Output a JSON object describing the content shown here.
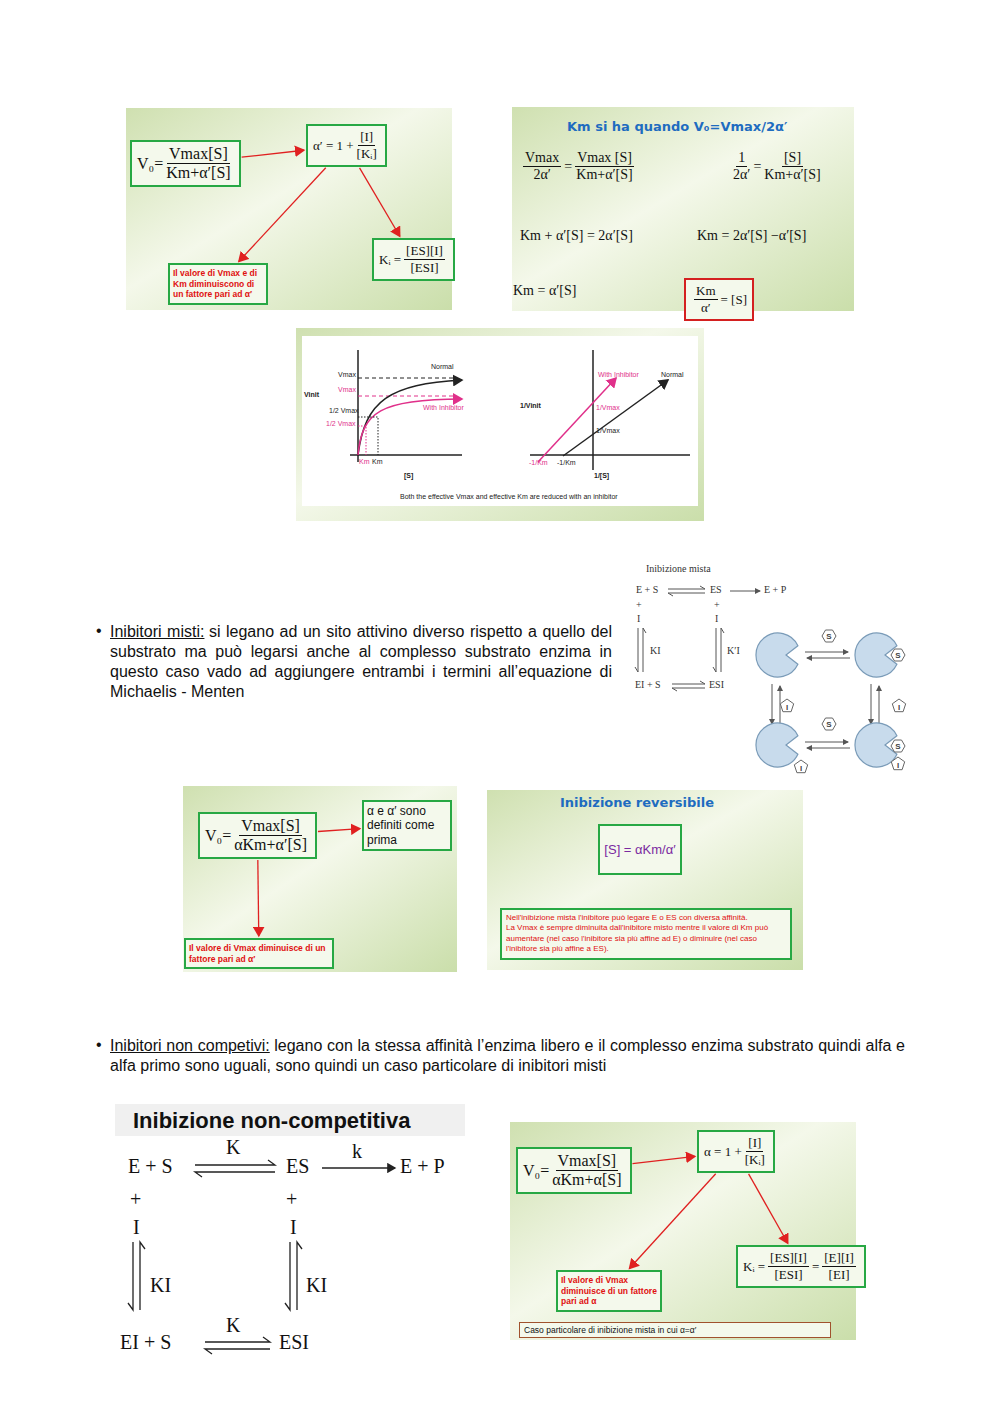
{
  "diagram": {
    "nodes": [
      {
        "text": [
          "V₀=",
          "Vmax[S]",
          "Km+α′[S]"
        ]
      },
      {
        "text": [
          "α′ = 1 +",
          "[I]",
          "[Kᵢ]"
        ]
      },
      {
        "text": [
          "Kᵢ =",
          "[ES][I]",
          "[ESI]"
        ]
      },
      {
        "text": [
          "Il valore di Vmax e di Km diminuiscono di un fattore pari ad α′"
        ]
      },
      {
        "text": [
          "Km",
          "α′",
          "= [S]"
        ]
      },
      {
        "text": [
          "V₀=",
          "Vmax[S]",
          "αKm+α′[S]"
        ]
      },
      {
        "text": [
          "α e α′ sono definiti come prima"
        ]
      },
      {
        "text": [
          "Il valore di Vmax diminuisce di un fattore pari ad α′"
        ]
      },
      {
        "text": [
          "[S] = αKm/α′"
        ]
      },
      {
        "text": [
          "Nell'inibizione mista l'inibitore può legare E o ES con diversa affinità.",
          "La Vmax è sempre diminuita dall'inibitore misto mentre il valore di Km può aumentare (nel caso l'inibitore sia più affine ad E) o diminuire (nel caso l'inibitore sia più affine a ES)."
        ]
      },
      {
        "text": [
          "V₀=",
          "Vmax[S]",
          "αKm+α[S]"
        ]
      },
      {
        "text": [
          "α = 1 +",
          "[I]",
          "[Kᵢ]"
        ]
      },
      {
        "text": [
          "Kᵢ =",
          "[ES][I]",
          "[ESI]",
          "=",
          "[E][I]",
          "[EI]"
        ]
      },
      {
        "text": [
          "Il valore di Vmax diminuisce di un fattore pari ad α"
        ]
      },
      {
        "text": [
          "Caso particolare di inibizione mista in cui α=α′"
        ]
      }
    ],
    "edges": [
      {
        "from": 0,
        "to": 1,
        "arrow": "to"
      },
      {
        "from": 1,
        "to": 3,
        "arrow": "to"
      },
      {
        "from": 1,
        "to": 2,
        "arrow": "to"
      },
      {
        "from": 5,
        "to": 6,
        "arrow": "to"
      },
      {
        "from": 5,
        "to": 7,
        "arrow": "to"
      },
      {
        "from": 10,
        "to": 11,
        "arrow": "to"
      },
      {
        "from": 11,
        "to": 13,
        "arrow": "to"
      },
      {
        "from": 11,
        "to": 12,
        "arrow": "to"
      }
    ],
    "labels": [
      "Km si ha quando V₀=Vmax/2α′",
      "Vmax",
      "2α′",
      "=",
      "Vmax [S]",
      "Km+α′[S]",
      "1",
      "2α′",
      "=",
      "[S]",
      "Km+α′[S]",
      "Km + α′[S] = 2α′[S]",
      "Km = 2α′[S] −α′[S]",
      "Km = α′[S]",
      "Normal",
      "Vmax",
      "Vmax",
      "With Inhibitor",
      "Vinit",
      "1/2 Vmax",
      "1/2 Vmax",
      "Km",
      "Km",
      "[S]",
      "1/Vinit",
      "With Inhibitor",
      "Normal",
      "1/Vmax",
      "1/Vmax",
      "-1/Km",
      "-1/Km",
      "1/[S]",
      "Both the effective Vmax and effective Km are reduced with an inhibitor",
      "•",
      "Inibitori misti:",
      "si legano ad un sito attivino diverso rispetto a quello del substrato ma può legarsi anche al complesso substrato enzima in questo caso vado ad aggiungere entrambi i termini all’equazione di Michaelis - Menten",
      "Inibizione mista",
      "E + S",
      "ES",
      "E + P",
      "+",
      "+",
      "I",
      "I",
      "KI",
      "K′I",
      "EI + S",
      "ESI",
      "S",
      "S",
      "I",
      "I",
      "S",
      "I",
      "S",
      "I",
      "Inibizione reversibile",
      "•",
      "Inibitori non competivi:",
      "legano con la stessa affinità l’enzima libero e il complesso enzima substrato quindi alfa e alfa primo sono uguali, sono quindi un caso particolare di inibitori misti",
      "Inibizione non-competitiva",
      "E + S",
      "K",
      "ES",
      "k",
      "E + P",
      "+",
      "+",
      "I",
      "I",
      "KI",
      "KI",
      "EI + S",
      "K",
      "ESI"
    ]
  }
}
